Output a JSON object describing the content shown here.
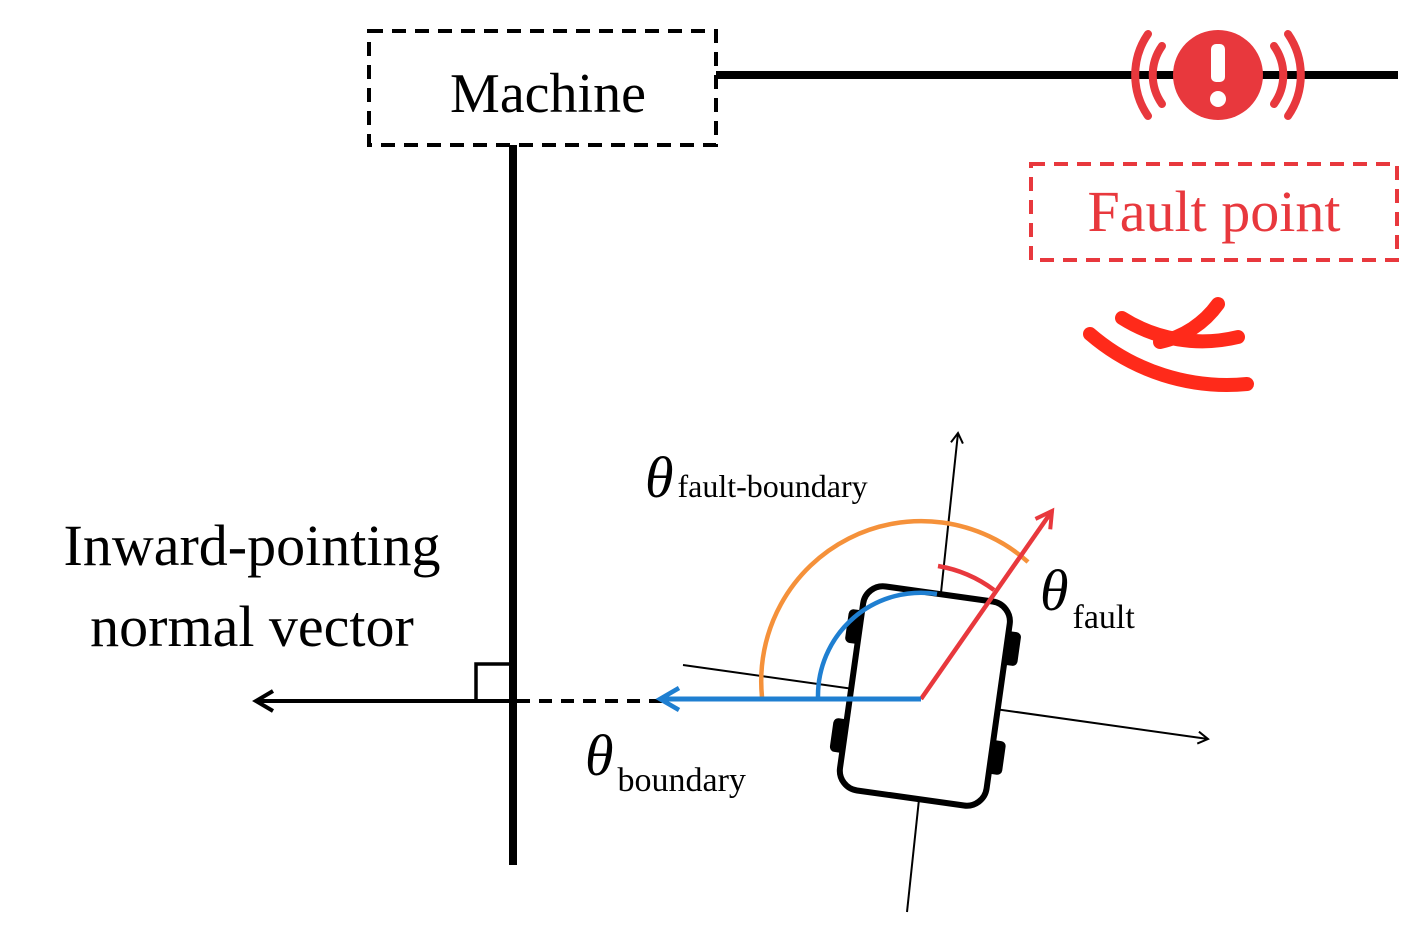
{
  "machine_label": "Machine",
  "fault_label": "Fault point",
  "fault_icon_glyph": "!",
  "normal_label_line1": "Inward-pointing",
  "normal_label_line2": "normal vector",
  "theta_symbol": "θ",
  "sub_fault_boundary": "fault-boundary",
  "sub_fault": "fault",
  "sub_boundary": "boundary",
  "colors": {
    "fault_red": "#e8383d",
    "signal_red": "#ff2a1a",
    "boundary_blue": "#1f7fd1",
    "fault_boundary_orange": "#f5913a",
    "line_black": "#000000"
  },
  "icons": {
    "fault_alert": "exclamation-alert-icon",
    "signal": "wireless-signal-icon",
    "robot": "wheeled-robot-icon",
    "right_angle": "right-angle-marker-icon"
  }
}
